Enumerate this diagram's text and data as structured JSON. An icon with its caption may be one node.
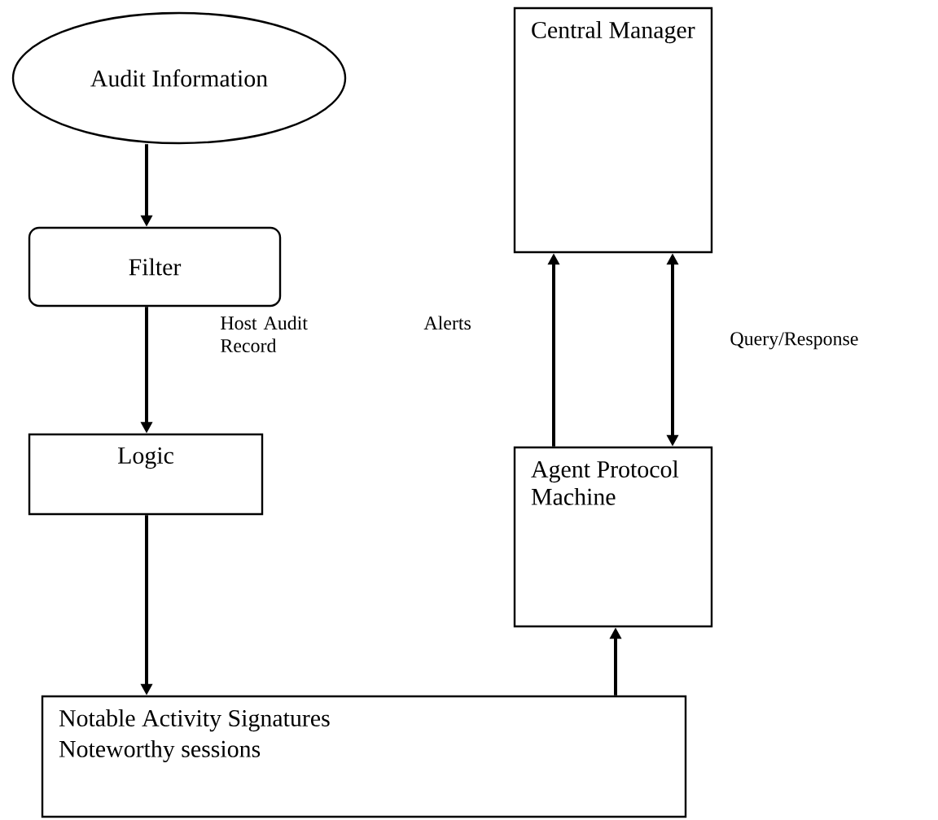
{
  "diagram": {
    "nodes": [
      {
        "text": [
          "Audit Information"
        ]
      },
      {
        "text": [
          "Filter"
        ]
      },
      {
        "text": [
          "Logic"
        ]
      },
      {
        "text": [
          "Notable Activity Signatures",
          "Noteworthy sessions"
        ]
      },
      {
        "text": [
          "Central Manager"
        ]
      },
      {
        "text": [
          "Agent Protocol Machine"
        ]
      }
    ],
    "edges": [
      {
        "from": 0,
        "to": 1,
        "arrow": "to"
      },
      {
        "from": 1,
        "to": 2,
        "arrow": "to",
        "label": "Host Audit Record"
      },
      {
        "from": 2,
        "to": 3,
        "arrow": "to"
      },
      {
        "from": 3,
        "to": 5,
        "arrow": "to"
      },
      {
        "from": 5,
        "to": 4,
        "arrow": "to",
        "label": "Alerts"
      },
      {
        "from": 5,
        "to": 4,
        "arrow": "both",
        "label": "Query/Response"
      }
    ]
  }
}
